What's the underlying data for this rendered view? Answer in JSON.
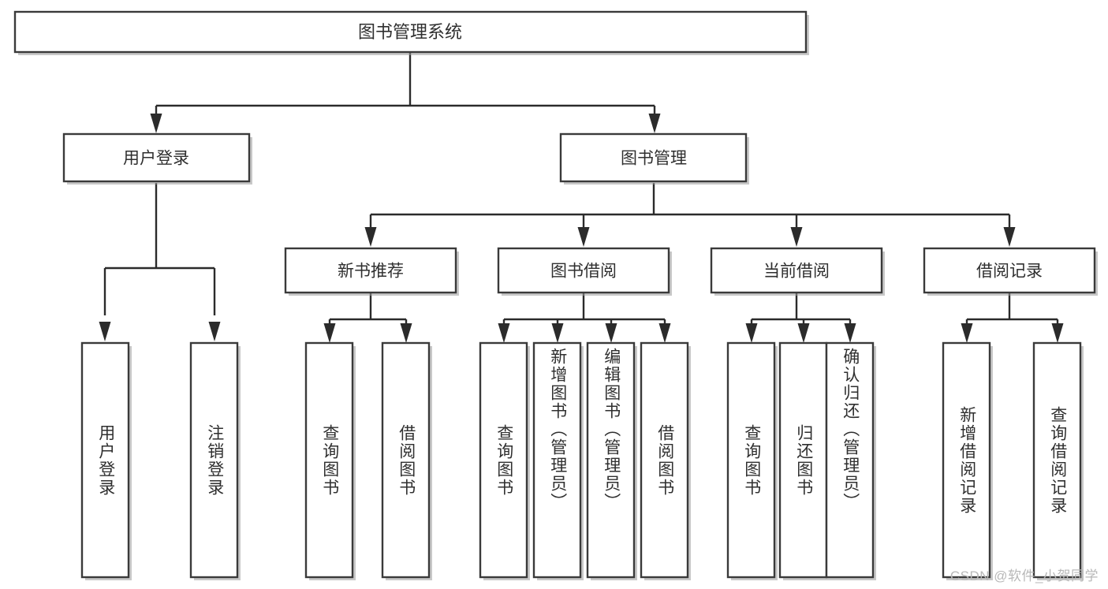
{
  "diagram": {
    "type": "tree",
    "title": "图书管理系统",
    "orientation": "top-down",
    "colors": {
      "box_border": "#3a3a3a",
      "box_fill": "#ffffff",
      "connector": "#2b2b2b",
      "text": "#2f2f2f",
      "watermark": "#b8b8b8",
      "background": "#ffffff"
    },
    "root": {
      "label": "图书管理系统"
    },
    "level2": [
      {
        "label": "用户登录"
      },
      {
        "label": "图书管理"
      }
    ],
    "level3": [
      {
        "label": "新书推荐"
      },
      {
        "label": "图书借阅"
      },
      {
        "label": "当前借阅"
      },
      {
        "label": "借阅记录"
      }
    ],
    "leaves": {
      "user_login": [
        {
          "label": "用户登录"
        },
        {
          "label": "注销登录"
        }
      ],
      "new_book_recommend": [
        {
          "label": "查询图书"
        },
        {
          "label": "借阅图书"
        }
      ],
      "book_borrow": [
        {
          "label": "查询图书"
        },
        {
          "label": "新增图书（管理员）"
        },
        {
          "label": "编辑图书（管理员）"
        },
        {
          "label": "借阅图书"
        }
      ],
      "current_borrow": [
        {
          "label": "查询图书"
        },
        {
          "label": "归还图书"
        },
        {
          "label": "确认归还（管理员）"
        }
      ],
      "borrow_record": [
        {
          "label": "新增借阅记录"
        },
        {
          "label": "查询借阅记录"
        }
      ]
    }
  },
  "watermark": {
    "text": "CSDN @软件_小贺同学"
  }
}
